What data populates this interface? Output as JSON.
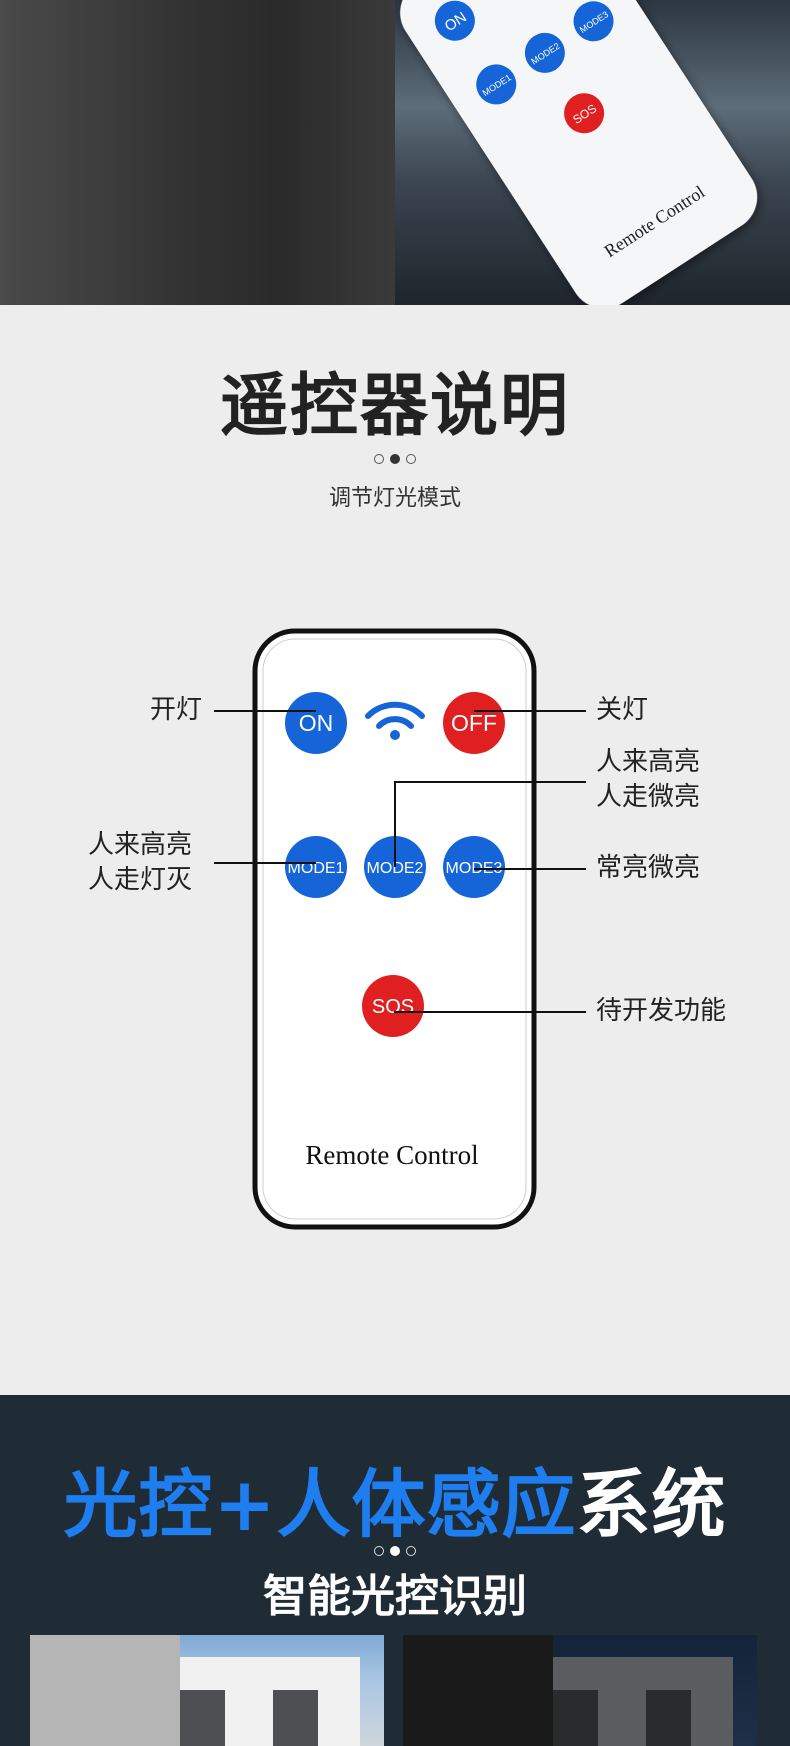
{
  "top_remote": {
    "on": "ON",
    "mode1": "MODE1",
    "mode2": "MODE2",
    "mode3": "MODE3",
    "sos": "SOS",
    "brand": "Remote Control"
  },
  "remote_section": {
    "title": "遥控器说明",
    "subtitle": "调节灯光模式",
    "buttons": {
      "on": "ON",
      "off": "OFF",
      "mode1": "MODE1",
      "mode2": "MODE2",
      "mode3": "MODE3",
      "sos": "SOS"
    },
    "brand": "Remote Control",
    "callouts": {
      "on": "开灯",
      "off": "关灯",
      "mode2_line1": "人来高亮",
      "mode2_line2": "人走微亮",
      "mode1_line1": "人来高亮",
      "mode1_line2": "人走灯灭",
      "mode3": "常亮微亮",
      "sos": "待开发功能"
    },
    "colors": {
      "blue_button": "#1565d8",
      "red_button": "#e02020"
    }
  },
  "dark_section": {
    "title_blue": "光控+人体感应",
    "title_white": "系统",
    "subtitle": "智能光控识别",
    "colors": {
      "background": "#1f2b35",
      "accent": "#1e7ef0"
    }
  }
}
